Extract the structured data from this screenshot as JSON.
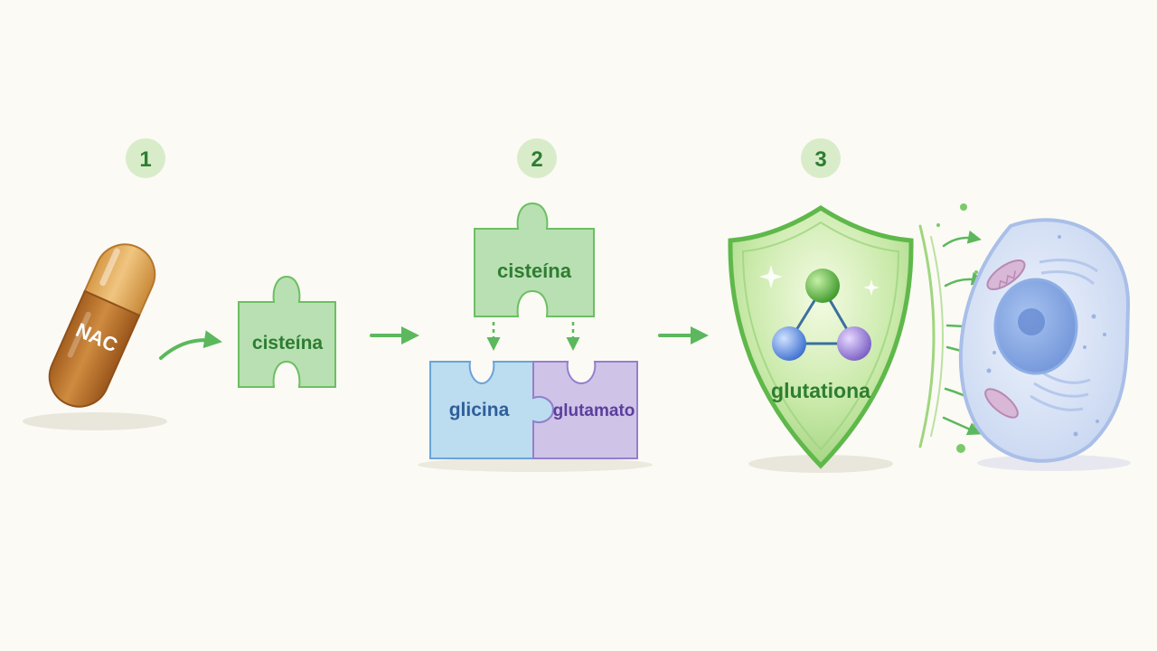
{
  "steps": [
    {
      "number": "1"
    },
    {
      "number": "2"
    },
    {
      "number": "3"
    }
  ],
  "capsule": {
    "label": "NAC"
  },
  "pieces": {
    "cysteine_step1": "cisteína",
    "cysteine_step2": "cisteína",
    "glycine": "glicina",
    "glutamate": "glutamato"
  },
  "shield": {
    "label": "glutationa"
  },
  "colors": {
    "accent_green": "#4caf50",
    "step_badge": "#d9ecc9",
    "step_text": "#2e7d32",
    "cysteine_fill": "#b9e0b2",
    "glycine_fill": "#bcdcf0",
    "glutamate_fill": "#cfc3e8",
    "capsule_top": "#e3b063",
    "capsule_bottom": "#b56f28",
    "cell_fill": "#cfdcf3"
  },
  "icons": {
    "capsule": "capsule-icon",
    "shield": "shield-icon",
    "molecule": "molecule-icon",
    "cell": "cell-icon"
  }
}
